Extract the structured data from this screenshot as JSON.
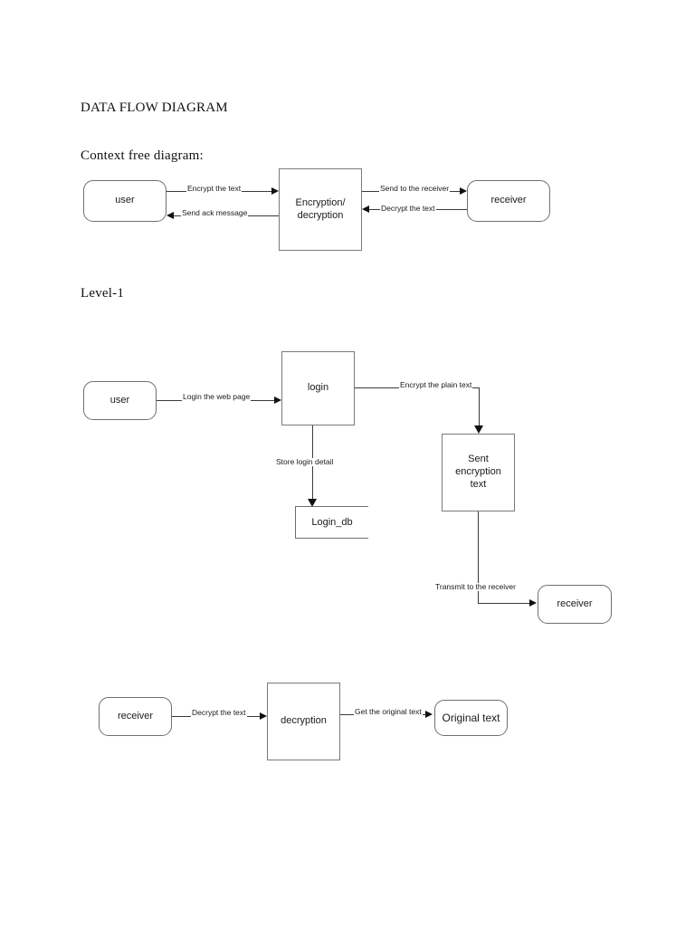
{
  "document": {
    "title": "DATA FLOW DIAGRAM",
    "section_context_label": "Context free diagram:",
    "section_level1_label": "Level-1"
  },
  "colors": {
    "page_background": "#ffffff",
    "shape_stroke": "#6f6f6f",
    "connector_stroke": "#3a3a3a",
    "arrow_fill": "#111111",
    "text": "#1a1a1a"
  },
  "context_diagram": {
    "nodes": {
      "user": "user",
      "process": "Encryption/\ndecryption",
      "process_line1": "Encryption/",
      "process_line2": "decryption",
      "receiver": "receiver"
    },
    "edges": {
      "encrypt_the_text": "Encrypt the text",
      "send_ack_message": "Send ack message",
      "send_to_the_receiver": "Send to the receiver",
      "decrypt_the_text": "Decrypt the text"
    }
  },
  "level1_diagram": {
    "nodes": {
      "user": "user",
      "login": "login",
      "login_db": "Login_db",
      "sent_encryption_text_line1": "Sent",
      "sent_encryption_text_line2": "encryption",
      "sent_encryption_text_line3": "text",
      "receiver": "receiver",
      "receiver_bottom": "receiver",
      "decryption": "decryption",
      "original_text": "Original text"
    },
    "edges": {
      "login_the_web_page": "Login the web page",
      "encrypt_the_plain_text": "Encrypt the plain text",
      "store_login_detail": "Store login detail",
      "transmit_to_the_receiver": "Transmit to the receiver",
      "decrypt_the_text": "Decrypt the text",
      "get_the_original_text": "Get the original text"
    }
  }
}
